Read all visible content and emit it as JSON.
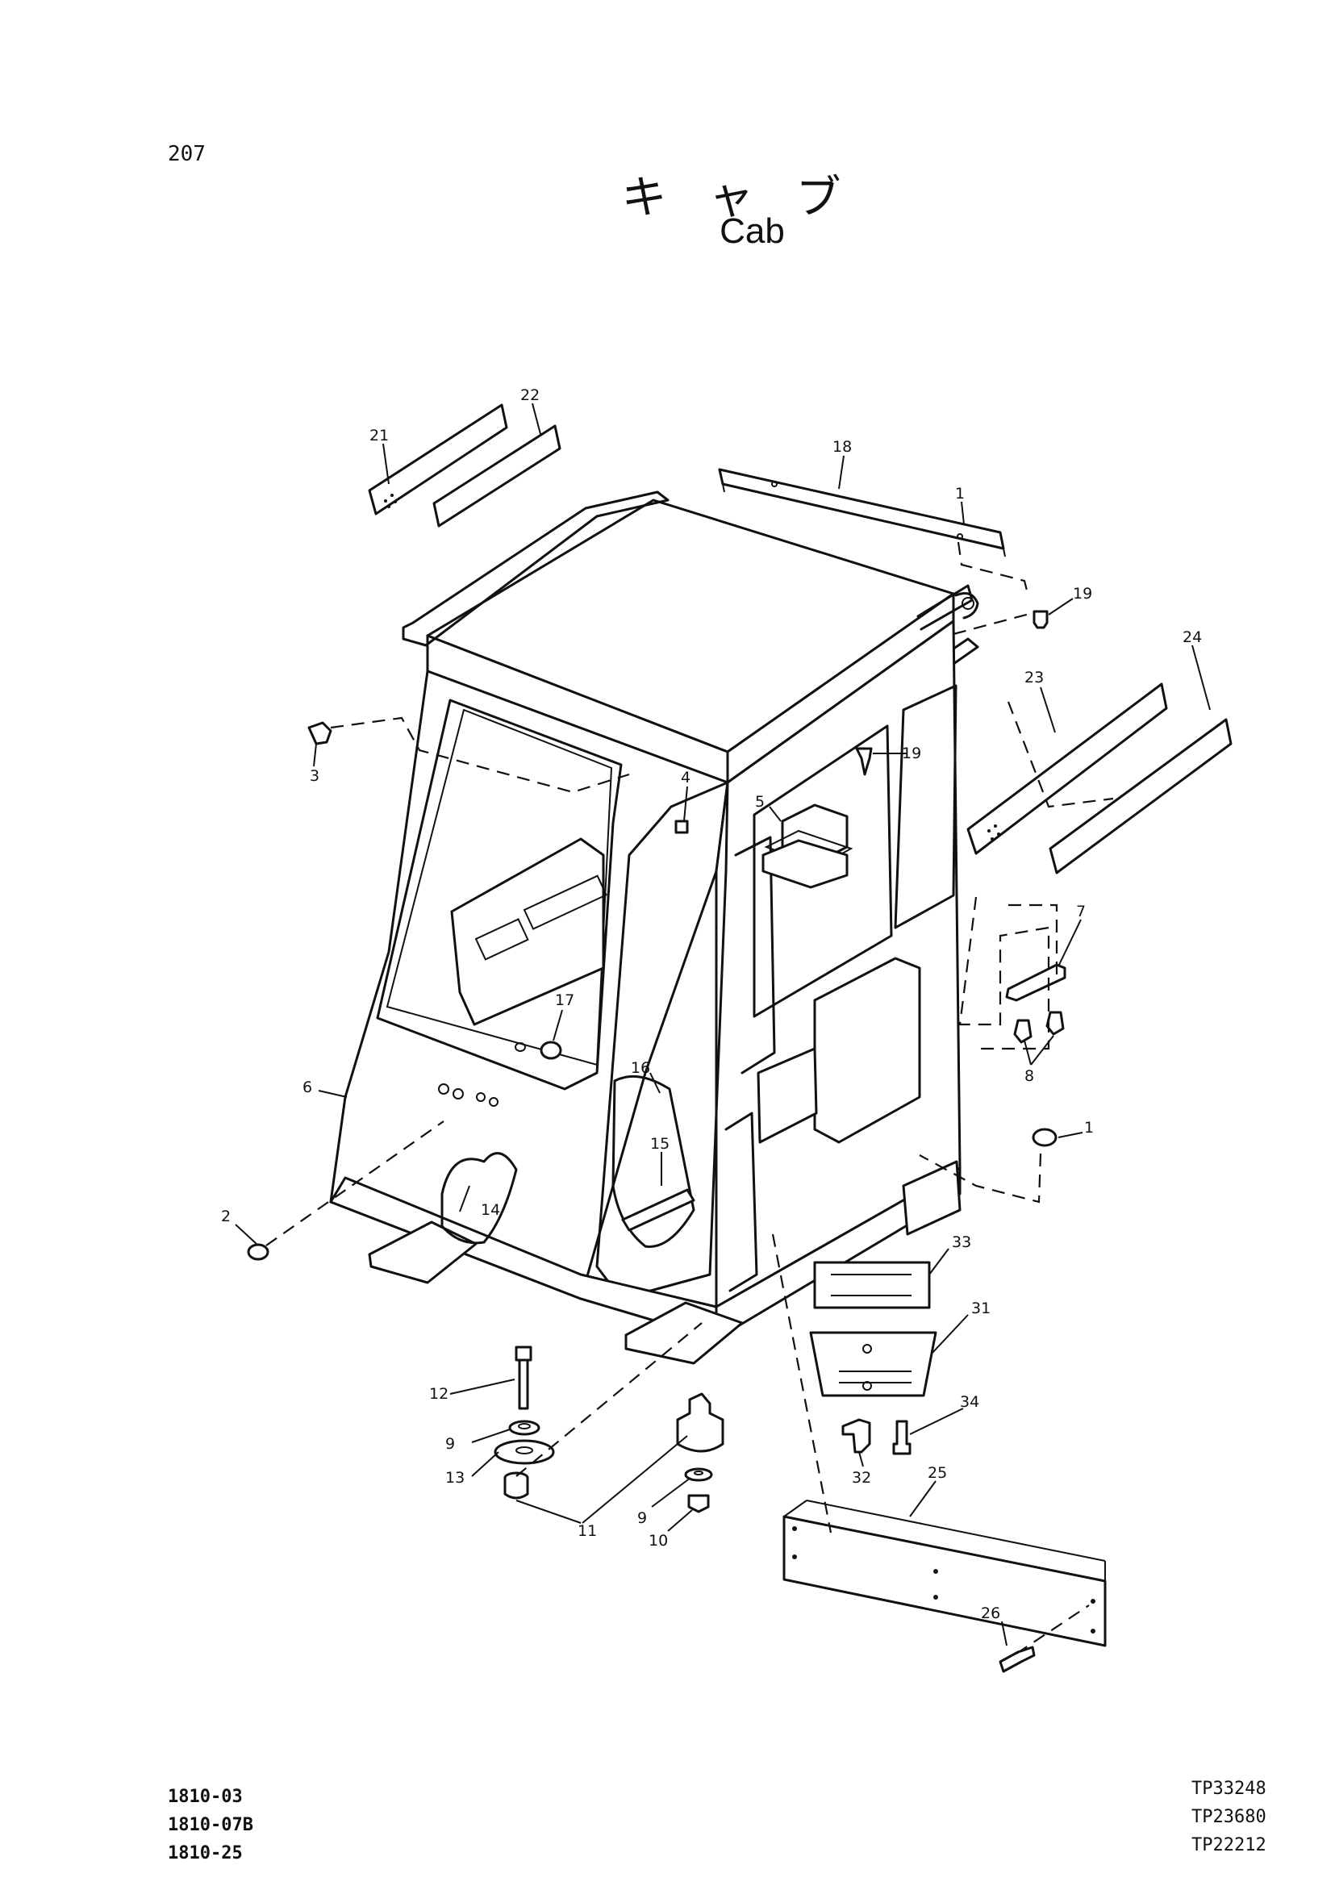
{
  "page_number": "207",
  "title_jp": "キャブ",
  "title_en": "Cab",
  "footer_left_codes": [
    "1810-03",
    "1810-07B",
    "1810-25"
  ],
  "footer_right_codes": [
    "TP33248",
    "TP23680",
    "TP22212"
  ],
  "callouts": {
    "p1a": "1",
    "p1b": "1",
    "p2": "2",
    "p3": "3",
    "p4": "4",
    "p5": "5",
    "p6": "6",
    "p7": "7",
    "p8": "8",
    "p9a": "9",
    "p9b": "9",
    "p10": "10",
    "p11": "11",
    "p12": "12",
    "p13": "13",
    "p14": "14",
    "p15": "15",
    "p16": "16",
    "p17": "17",
    "p18": "18",
    "p19a": "19",
    "p19b": "19",
    "p21": "21",
    "p22": "22",
    "p23": "23",
    "p24": "24",
    "p25": "25",
    "p26": "26",
    "p31": "31",
    "p32": "32",
    "p33": "33",
    "p34": "34"
  }
}
